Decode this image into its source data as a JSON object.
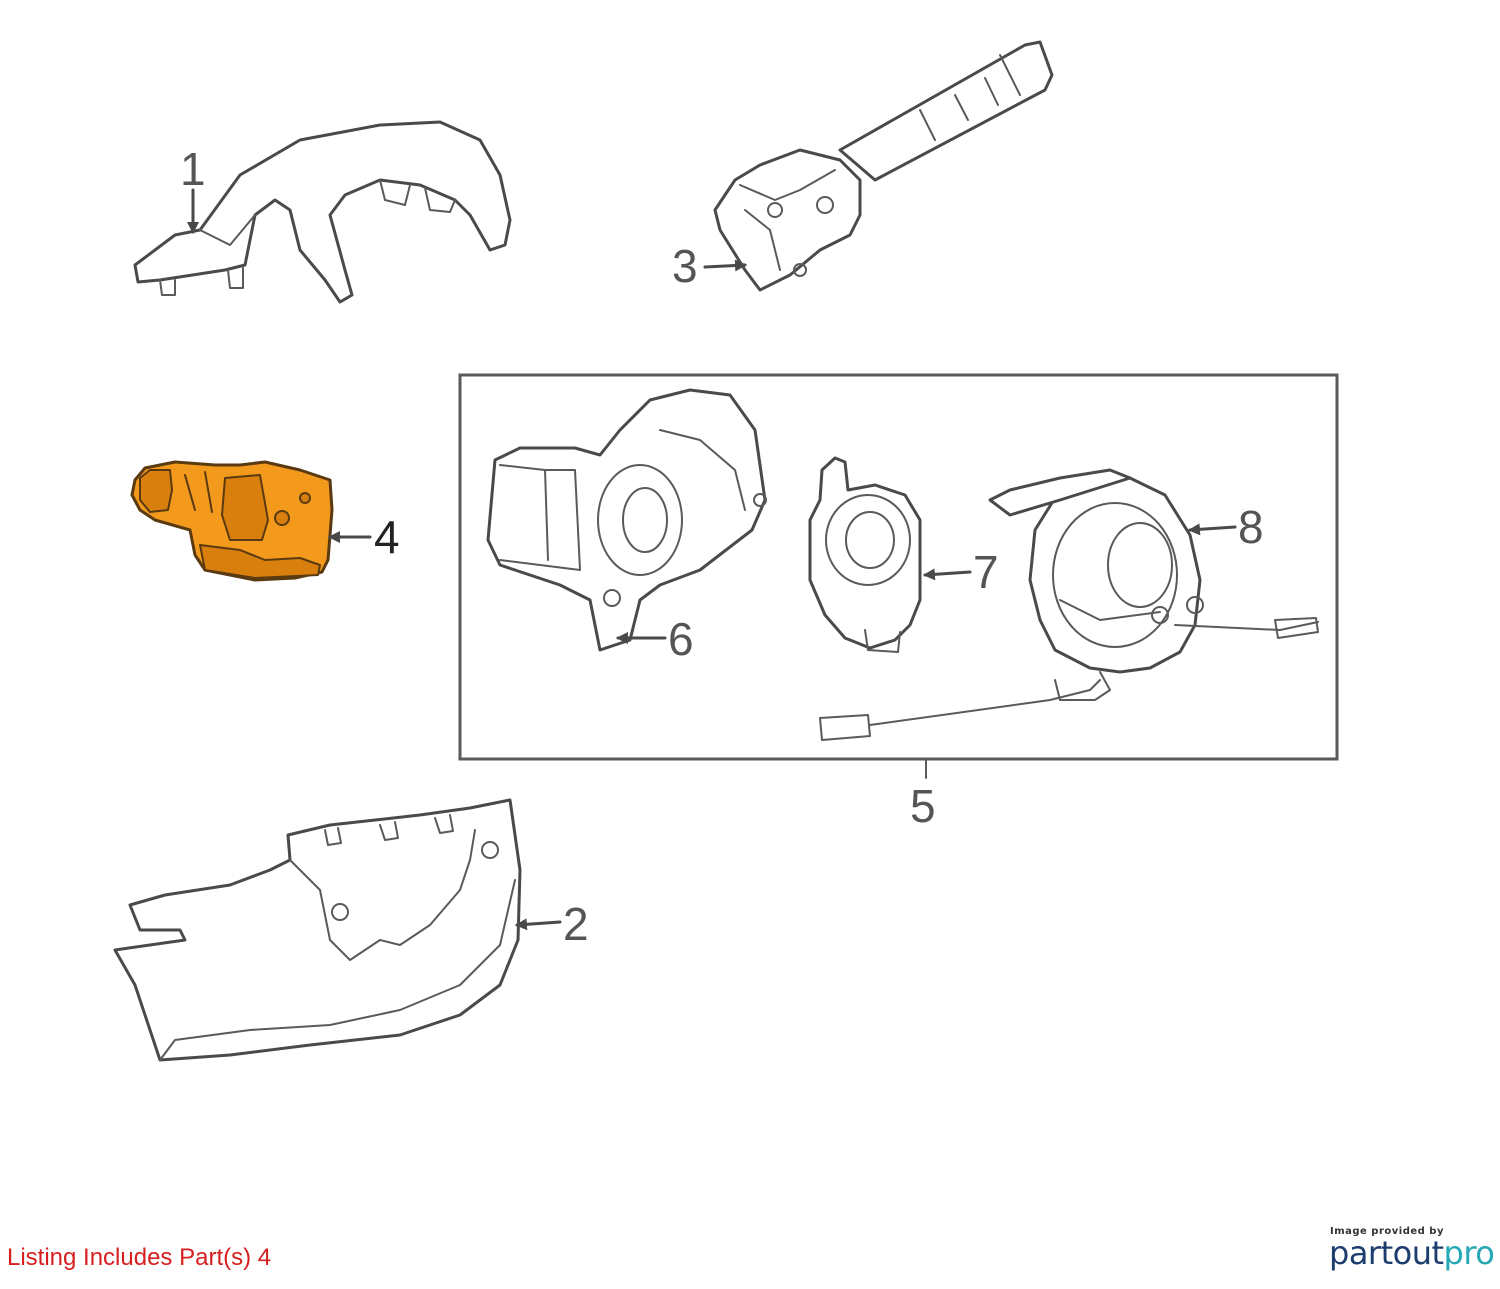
{
  "callouts": {
    "c1": "1",
    "c2": "2",
    "c3": "3",
    "c4": "4",
    "c5": "5",
    "c6": "6",
    "c7": "7",
    "c8": "8"
  },
  "listing_note": "Listing Includes Part(s) 4",
  "credit": {
    "caption": "Image provided by",
    "logo_part1": "partout",
    "logo_part2": "pro"
  },
  "colors": {
    "highlight": "#f39a1c",
    "line": "#4a4a4a",
    "listing_note": "#d62020",
    "logo_dark": "#1c3d6e",
    "logo_teal": "#27a9b5"
  }
}
